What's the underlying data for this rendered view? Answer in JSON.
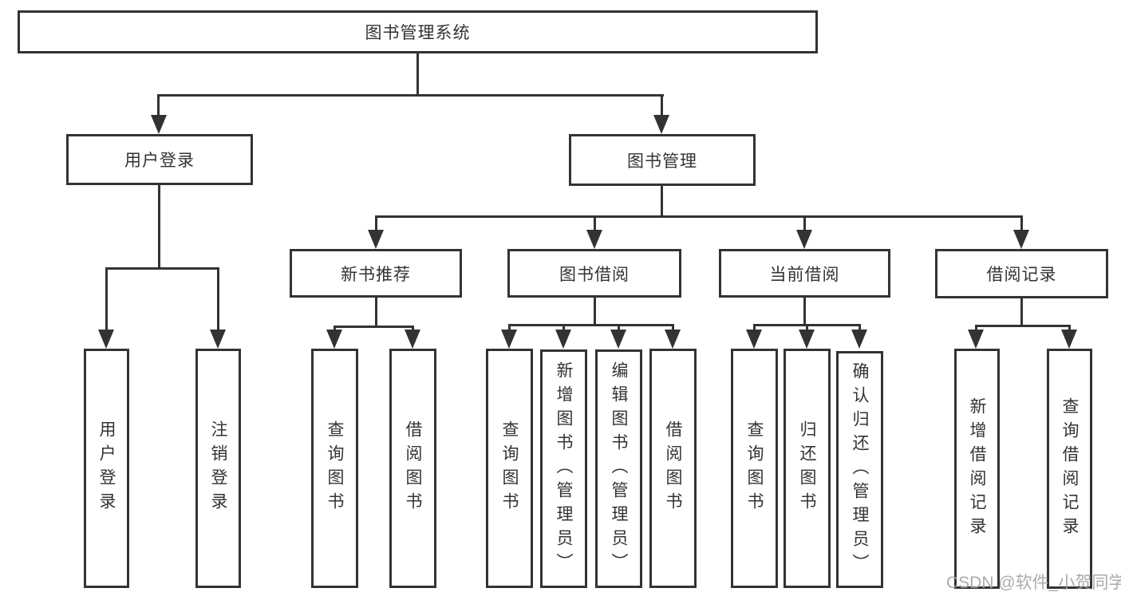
{
  "title": "图书管理系统",
  "watermark": "CSDN @软件_小贺同学",
  "colors": {
    "line": "#333333",
    "text": "#333333",
    "box_background": "#ffffff",
    "watermark": "#a3a3a3"
  },
  "nodes": {
    "root": "图书管理系统",
    "user_login": "用户登录",
    "book_mgmt": "图书管理",
    "new_book_rec": "新书推荐",
    "book_borrow": "图书借阅",
    "current_borrow": "当前借阅",
    "borrow_records": "借阅记录",
    "ul_user_login": "用户登录",
    "ul_logout": "注销登录",
    "nr_query_books": "查询图书",
    "nr_borrow_books": "借阅图书",
    "bb_query_books": "查询图书",
    "bb_add_books": "新增图书（管理员）",
    "bb_edit_books": "编辑图书（管理员）",
    "bb_borrow_books": "借阅图书",
    "cb_query_books": "查询图书",
    "cb_return_books": "归还图书",
    "cb_confirm_return": "确认归还（管理员）",
    "br_add_record": "新增借阅记录",
    "br_query_record": "查询借阅记录"
  },
  "hierarchy": {
    "图书管理系统": [
      "用户登录",
      "图书管理"
    ],
    "用户登录": [
      "用户登录",
      "注销登录"
    ],
    "图书管理": [
      "新书推荐",
      "图书借阅",
      "当前借阅",
      "借阅记录"
    ],
    "新书推荐": [
      "查询图书",
      "借阅图书"
    ],
    "图书借阅": [
      "查询图书",
      "新增图书（管理员）",
      "编辑图书（管理员）",
      "借阅图书"
    ],
    "当前借阅": [
      "查询图书",
      "归还图书",
      "确认归还（管理员）"
    ],
    "借阅记录": [
      "新增借阅记录",
      "查询借阅记录"
    ]
  }
}
